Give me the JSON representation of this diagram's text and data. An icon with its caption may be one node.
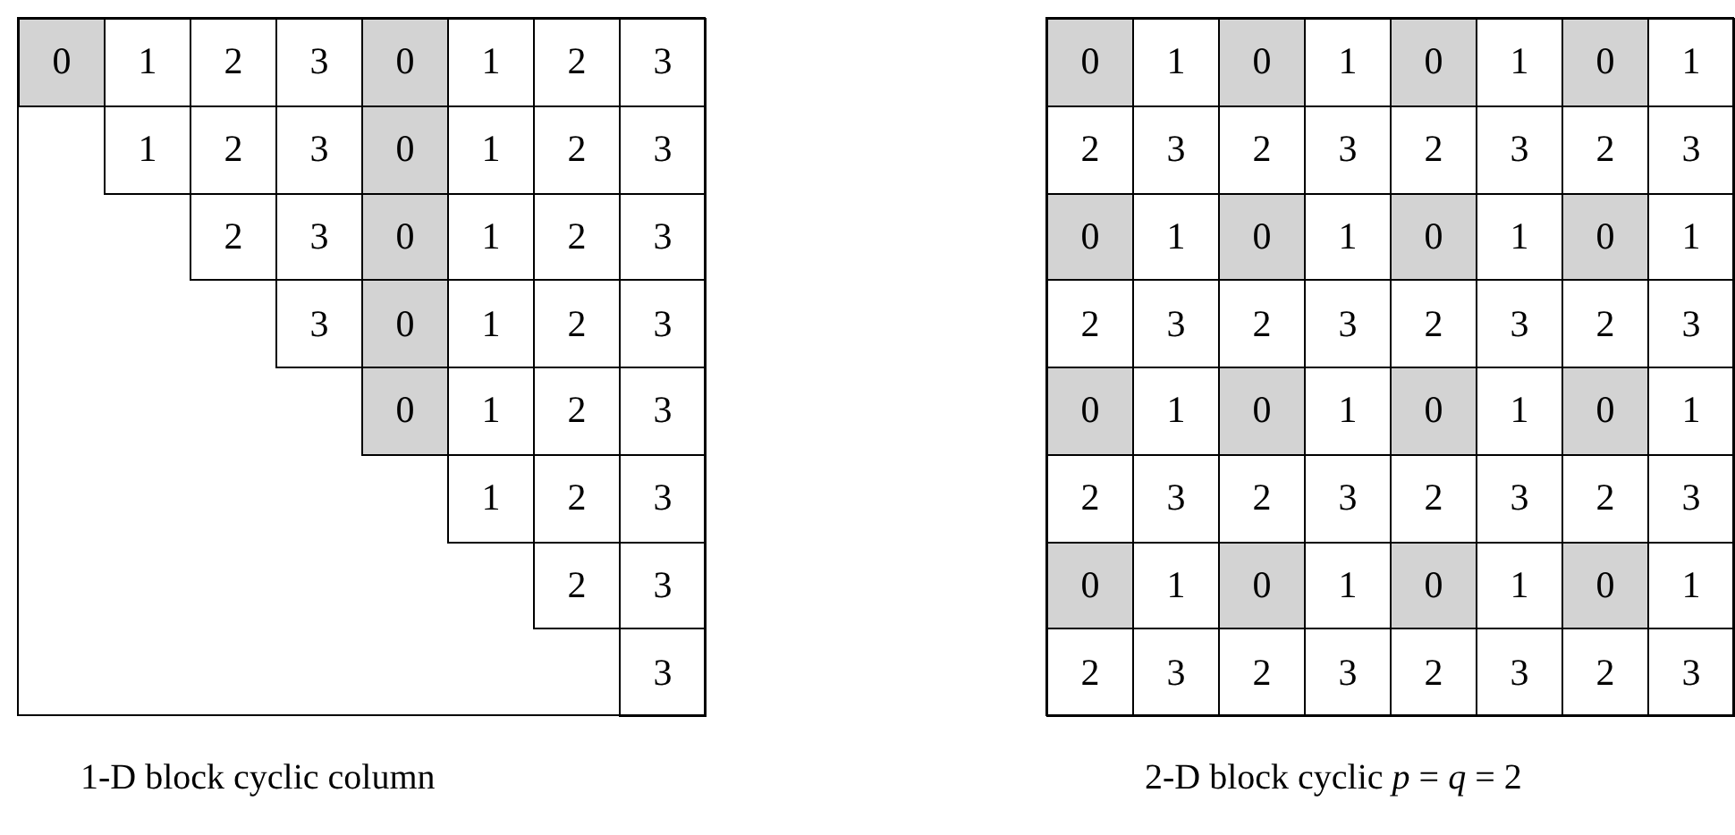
{
  "diagram": {
    "labels": [
      "0",
      "1",
      "2",
      "3",
      "0",
      "1",
      "2",
      "3",
      "1",
      "2",
      "3",
      "0",
      "1",
      "2",
      "3",
      "2",
      "3",
      "0",
      "1",
      "2",
      "3",
      "3",
      "0",
      "1",
      "2",
      "3",
      "0",
      "1",
      "2",
      "3",
      "1",
      "2",
      "3",
      "2",
      "3",
      "3",
      "0",
      "1",
      "0",
      "1",
      "0",
      "1",
      "0",
      "1",
      "2",
      "3",
      "2",
      "3",
      "2",
      "3",
      "2",
      "3",
      "0",
      "1",
      "0",
      "1",
      "0",
      "1",
      "0",
      "1",
      "2",
      "3",
      "2",
      "3",
      "2",
      "3",
      "2",
      "3",
      "0",
      "1",
      "0",
      "1",
      "0",
      "1",
      "0",
      "1",
      "2",
      "3",
      "2",
      "3",
      "2",
      "3",
      "2",
      "3",
      "0",
      "1",
      "0",
      "1",
      "0",
      "1",
      "0",
      "1",
      "2",
      "3",
      "2",
      "3",
      "2",
      "3",
      "2",
      "3",
      "1-D block cyclic column",
      "2-D block cyclic *p* = *q* = 2"
    ]
  }
}
